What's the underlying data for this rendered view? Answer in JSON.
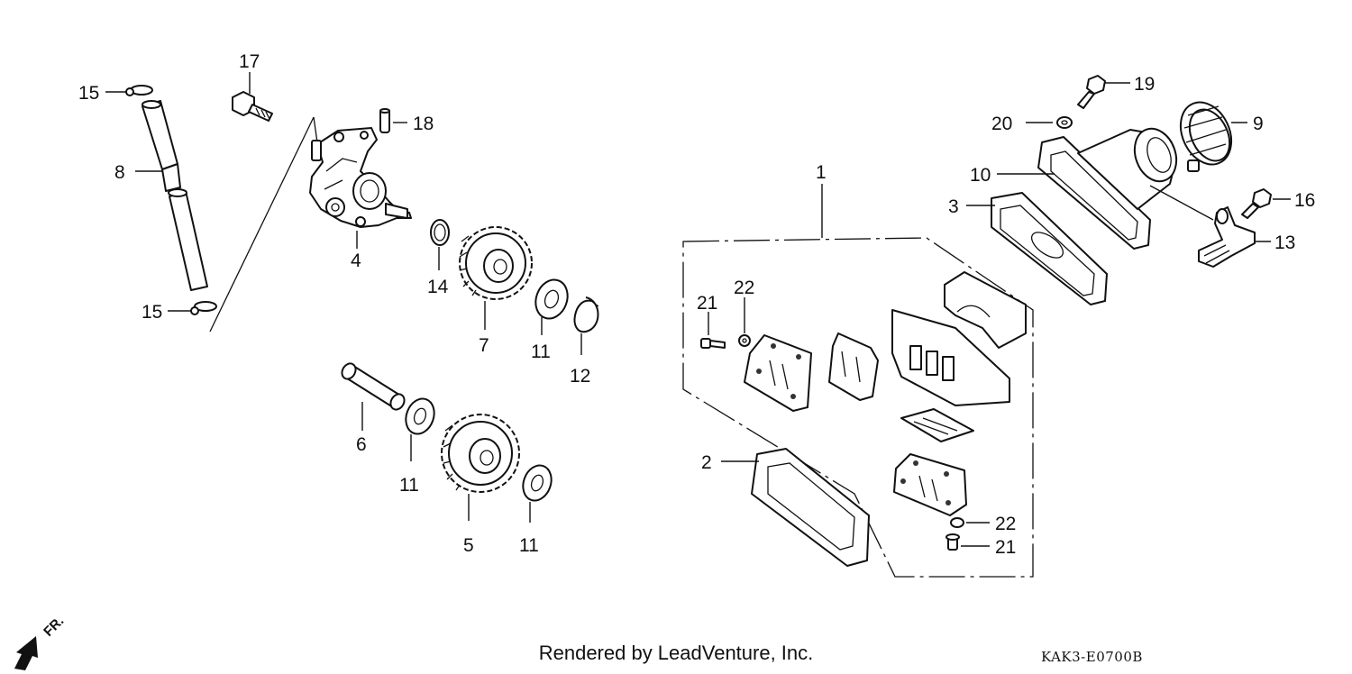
{
  "callouts": {
    "c1": "1",
    "c2": "2",
    "c3": "3",
    "c4": "4",
    "c5": "5",
    "c6": "6",
    "c7": "7",
    "c8": "8",
    "c9": "9",
    "c10": "10",
    "c11a": "11",
    "c11b": "11",
    "c11c": "11",
    "c12": "12",
    "c13": "13",
    "c14": "14",
    "c15a": "15",
    "c15b": "15",
    "c16": "16",
    "c17": "17",
    "c18": "18",
    "c19": "19",
    "c20": "20",
    "c21a": "21",
    "c21b": "21",
    "c22a": "22",
    "c22b": "22"
  },
  "direction_marker": "FR.",
  "footer": {
    "credit": "Rendered by LeadVenture, Inc.",
    "diagram_code": "KAK3-E0700B"
  }
}
